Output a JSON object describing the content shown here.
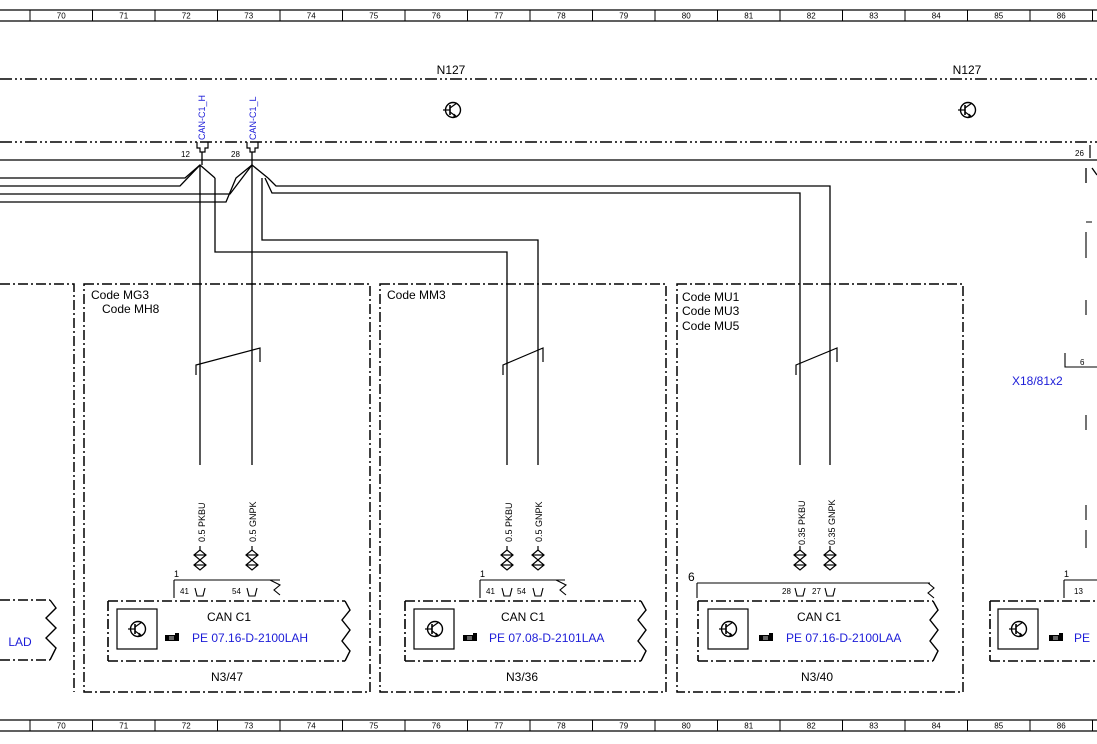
{
  "ruler": {
    "columns": [
      "70",
      "71",
      "72",
      "73",
      "74",
      "75",
      "76",
      "77",
      "78",
      "79",
      "80",
      "81",
      "82",
      "83",
      "84",
      "85",
      "86"
    ]
  },
  "bus": {
    "label_left": "N127",
    "label_right": "N127",
    "pin_h": "12",
    "pin_l": "28",
    "pin_right": "26",
    "signal_h": "CAN-C1_H",
    "signal_l": "CAN-C1_L"
  },
  "modules": [
    {
      "codes": [
        "Code MG3",
        "Code MH8"
      ],
      "wire_a": "0.5 PKBU",
      "wire_b": "0.5 GNPK",
      "ground": "1",
      "pin_a": "41",
      "pin_b": "54",
      "title": "CAN C1",
      "link": "PE 07.16-D-2100LAH",
      "id": "N3/47"
    },
    {
      "codes": [
        "Code MM3"
      ],
      "wire_a": "0.5 PKBU",
      "wire_b": "0.5 GNPK",
      "ground": "1",
      "pin_a": "41",
      "pin_b": "54",
      "title": "CAN C1",
      "link": "PE 07.08-D-2101LAA",
      "id": "N3/36"
    },
    {
      "codes": [
        "Code MU1",
        "Code MU3",
        "Code MU5"
      ],
      "wire_a": "0.35 PKBU",
      "wire_b": "0.35 GNPK",
      "ground": "6",
      "pin_a": "28",
      "pin_b": "27",
      "title": "CAN C1",
      "link": "PE 07.16-D-2100LAA",
      "id": "N3/40"
    }
  ],
  "left_partial": {
    "link": "LAD"
  },
  "right_partial": {
    "connector": "X18/81x2",
    "pin": "6",
    "ground": "1",
    "pin_b": "13",
    "link": "PE"
  },
  "icons": {
    "transistor": "transistor-icon",
    "reference": "pointing-hand-icon"
  }
}
